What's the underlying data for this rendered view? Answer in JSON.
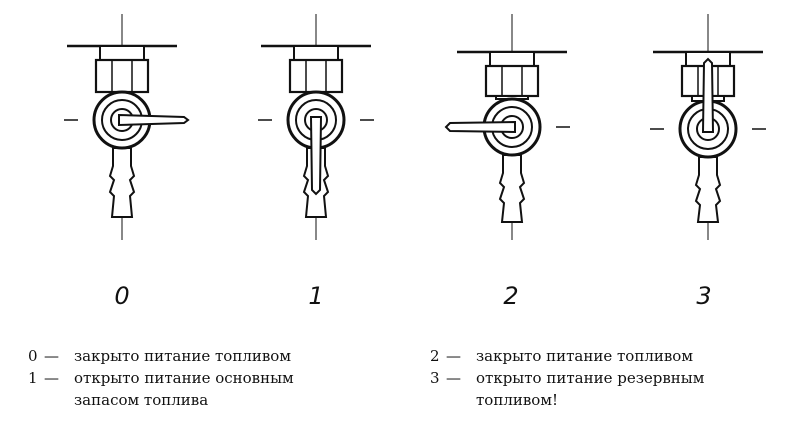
{
  "positions": [
    {
      "label": "0",
      "handle": "right"
    },
    {
      "label": "1",
      "handle": "down"
    },
    {
      "label": "2",
      "handle": "left"
    },
    {
      "label": "3",
      "handle": "up"
    }
  ],
  "legend": [
    {
      "num": "0",
      "dash": "—",
      "lines": [
        "закрыто питание топливом"
      ]
    },
    {
      "num": "1",
      "dash": "—",
      "lines": [
        "открыто питание основным",
        "запасом топлива"
      ]
    },
    {
      "num": "2",
      "dash": "—",
      "lines": [
        "закрыто питание топливом"
      ]
    },
    {
      "num": "3",
      "dash": "—",
      "lines": [
        "открыто питание резервным",
        "топливом!"
      ]
    }
  ],
  "colors": {
    "ink": "#111111",
    "background": "#ffffff"
  }
}
